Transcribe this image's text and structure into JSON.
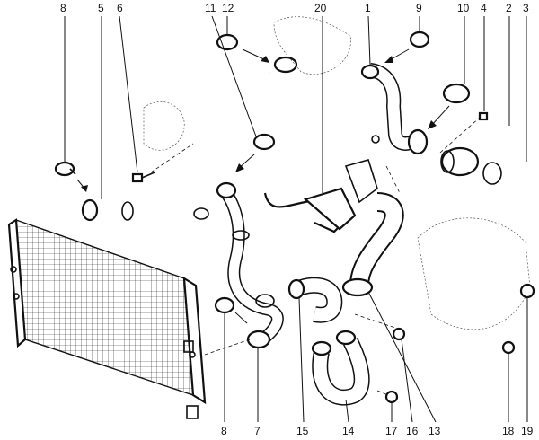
{
  "callouts": {
    "c8_top": "8",
    "c5": "5",
    "c6": "6",
    "c11": "11",
    "c12": "12",
    "c20": "20",
    "c1": "1",
    "c9": "9",
    "c10": "10",
    "c4": "4",
    "c2": "2",
    "c3": "3",
    "c8_bot": "8",
    "c7": "7",
    "c15": "15",
    "c14": "14",
    "c17": "17",
    "c16": "16",
    "c13": "13",
    "c18": "18",
    "c19": "19"
  }
}
